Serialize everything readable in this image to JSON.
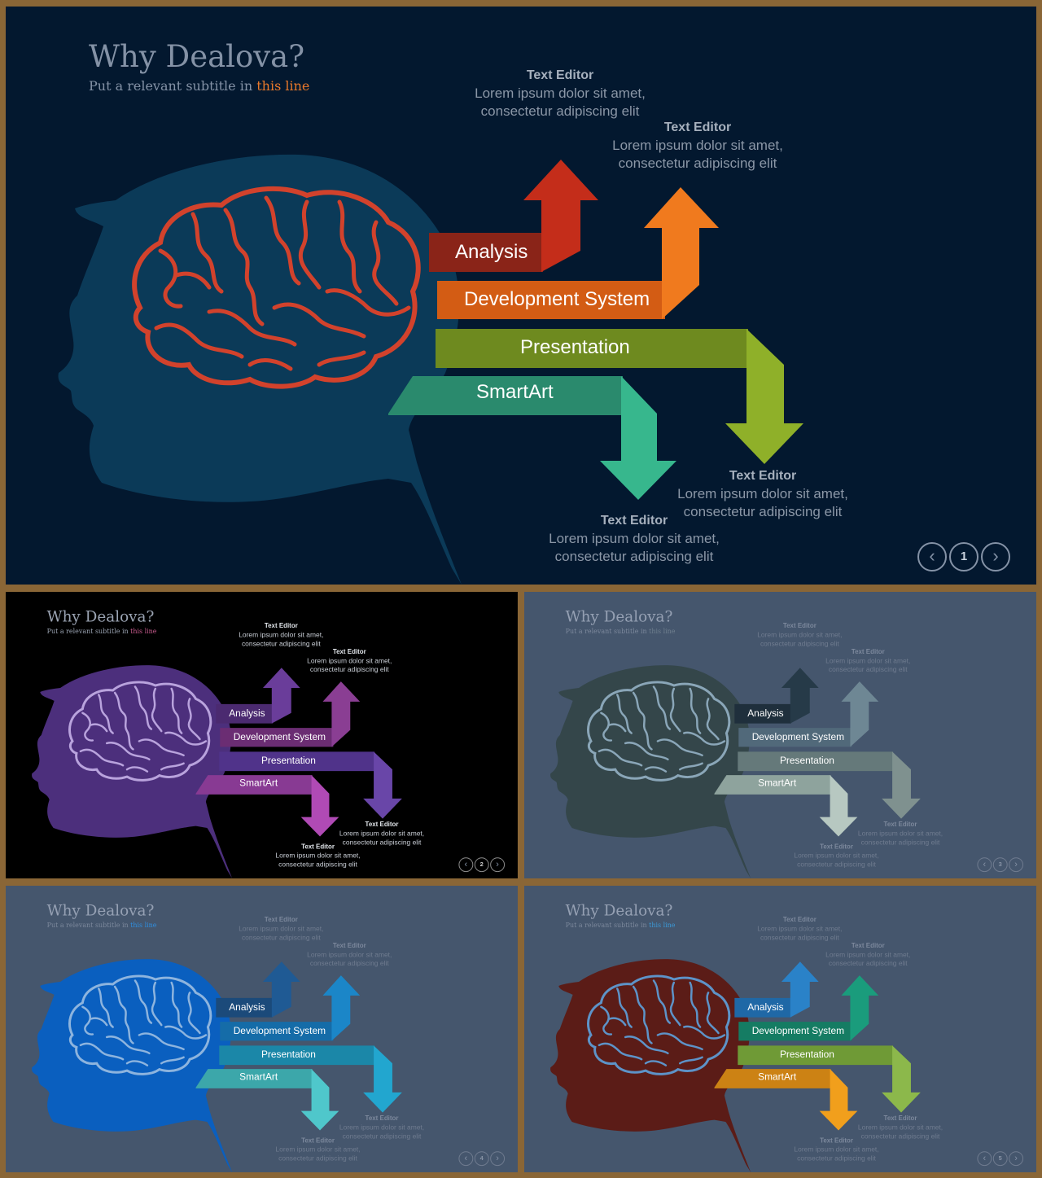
{
  "slide": {
    "title": "Why Dealova?",
    "subtitle_prefix": "Put a relevant subtitle in ",
    "subtitle_highlight": "this line",
    "arrows": {
      "analysis": "Analysis",
      "development": "Development System",
      "presentation": "Presentation",
      "smartart": "SmartArt"
    },
    "callouts": {
      "heading": "Text Editor",
      "line1": "Lorem ipsum dolor sit amet,",
      "line2": "consectetur adipiscing elit"
    },
    "pager": {
      "prev_icon": "chevron-left-icon",
      "next_icon": "chevron-right-icon",
      "current_page": "1",
      "prev_symbol": "‹",
      "next_symbol": "›"
    }
  },
  "themes": [
    {
      "name": "navy",
      "background": "#03182f",
      "head": "#0b3a58",
      "brain_fill": "#0b3a58",
      "brain_stroke": "#d2422c",
      "arrows": [
        "#c42d1a",
        "#f07a1e",
        "#8fb029",
        "#37b78d"
      ],
      "bands": [
        "#8a2418",
        "#d35c14",
        "#6e8a1f",
        "#2a8a6d"
      ],
      "page": "1"
    },
    {
      "name": "black-purple",
      "background": "#000000",
      "head": "#4c2f7c",
      "brain_fill": "#4c2f7c",
      "brain_stroke": "#b9a3dd",
      "arrows": [
        "#6a3d9a",
        "#8a3e93",
        "#6946a8",
        "#b04ab5"
      ],
      "bands": [
        "#4b2a70",
        "#6b2d73",
        "#50338a",
        "#883a93"
      ],
      "page": "2"
    },
    {
      "name": "slate-grey",
      "background": "#45566d",
      "head": "#34464a",
      "brain_fill": "#34464a",
      "brain_stroke": "#8aa6b8",
      "arrows": [
        "#263a48",
        "#6e8794",
        "#7f918f",
        "#b7c8c1"
      ],
      "bands": [
        "#1f2f3c",
        "#51697a",
        "#65797a",
        "#8ea39d"
      ],
      "page": "3"
    },
    {
      "name": "slate-blue",
      "background": "#45566d",
      "head": "#0a5fbf",
      "brain_fill": "#0a5fbf",
      "brain_stroke": "#8db4de",
      "arrows": [
        "#1f5a94",
        "#1b86c8",
        "#22a6cf",
        "#4fc7cb"
      ],
      "bands": [
        "#1b4a7a",
        "#156ca8",
        "#1b87a8",
        "#3ca7aa"
      ],
      "page": "4"
    },
    {
      "name": "slate-red",
      "background": "#45566d",
      "head": "#5b1c17",
      "brain_fill": "#5b1c17",
      "brain_stroke": "#5d93c8",
      "arrows": [
        "#2a82c8",
        "#1a9c7c",
        "#8cb84b",
        "#f19f1c"
      ],
      "bands": [
        "#1f68a6",
        "#157c63",
        "#6f9a36",
        "#cc8214"
      ],
      "page": "5"
    }
  ]
}
